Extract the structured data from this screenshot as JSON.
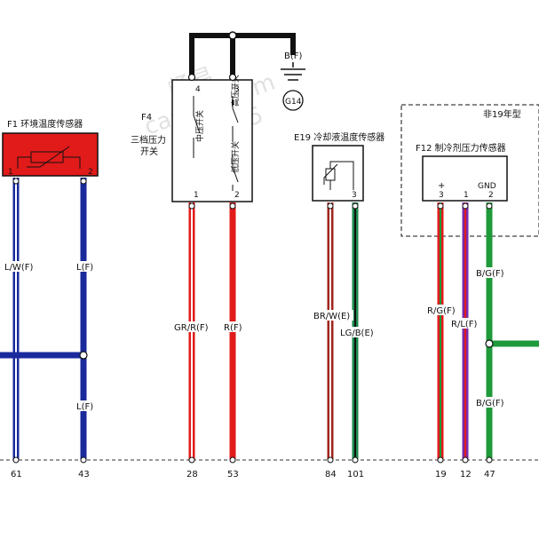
{
  "components": {
    "f1": {
      "title": "F1 环境温度传感器",
      "pin1": "1",
      "pin2": "2",
      "color": "#e11a1a"
    },
    "f4": {
      "title1": "F4",
      "title2": "三档压力",
      "title3": "开关",
      "sw_mid": "中压开关",
      "sw_high": "高压开关",
      "sw_low": "低压开关",
      "pin4": "4",
      "pin3": "3",
      "pin1": "1",
      "pin2": "2"
    },
    "bf": {
      "label": "B(F)",
      "ground": "G14"
    },
    "e19": {
      "title": "E19 冷却液温度传感器",
      "pin3": "3"
    },
    "f12": {
      "title": "F12 制冷剂压力传感器",
      "note": "非19年型",
      "plus": "+",
      "gnd": "GND",
      "pin3": "3",
      "pin1": "1",
      "pin2": "2"
    }
  },
  "wires": {
    "w61": {
      "label": "L/W(F)",
      "num": "61",
      "color": "#1a2a9c",
      "stripe": "#ffffff"
    },
    "w43": {
      "label_top": "L(F)",
      "label_bottom": "L(F)",
      "num": "43",
      "color": "#1a2a9c"
    },
    "w28": {
      "label": "GR/R(F)",
      "num": "28",
      "color": "#e11a1a",
      "stripe": "#ffffff"
    },
    "w53": {
      "label": "R(F)",
      "num": "53",
      "color": "#e11a1a"
    },
    "w84": {
      "label": "BR/W(E)",
      "num": "84",
      "color": "#a0261f",
      "stripe": "#ffffff"
    },
    "w101": {
      "label": "LG/B(E)",
      "num": "101",
      "color": "#1b8a4a",
      "stripe": "#111111"
    },
    "w19": {
      "label": "R/G(F)",
      "num": "19",
      "color": "#e11a1a",
      "stripe": "#1f9a3a"
    },
    "w12": {
      "label": "R/L(F)",
      "num": "12",
      "color": "#7a2aa8",
      "stripe": "#e11a1a"
    },
    "w47": {
      "label_top": "B/G(F)",
      "label_bottom": "B/G(F)",
      "num": "47",
      "color": "#1f9a3a"
    }
  },
  "watermark": {
    "line1": "畅易",
    "line2": "car888.com",
    "line3": "020165"
  }
}
